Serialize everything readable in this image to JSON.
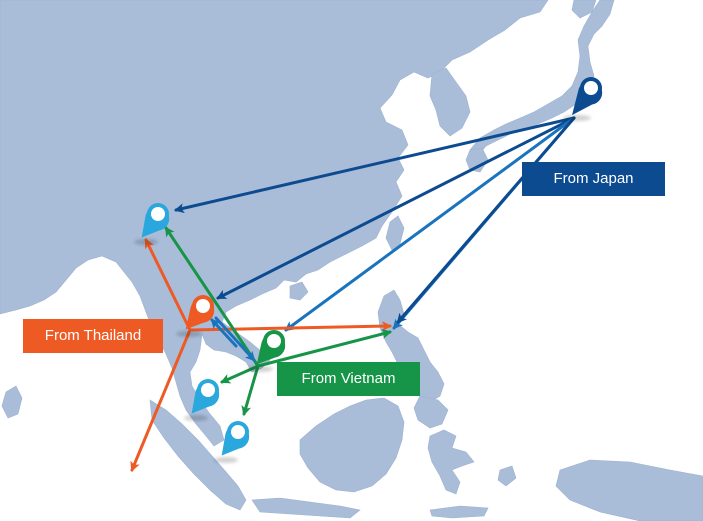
{
  "colors": {
    "sea": "#ffffff",
    "land": "#a9bdd9",
    "coast": "#9db2d1",
    "japan": "#0d4b91",
    "japan_light": "#1a73bd",
    "thailand": "#ee5a24",
    "vietnam": "#169447",
    "destination": "#2aa7dc"
  },
  "labels": {
    "japan": "From Japan",
    "thailand": "From Thailand",
    "vietnam": "From Vietnam"
  },
  "pins": [
    {
      "id": "japan-origin",
      "kind": "origin",
      "color": "japan"
    },
    {
      "id": "thailand-origin",
      "kind": "origin",
      "color": "thailand"
    },
    {
      "id": "vietnam-origin",
      "kind": "origin",
      "color": "vietnam"
    },
    {
      "id": "myanmar-destination",
      "kind": "destination",
      "color": "destination"
    },
    {
      "id": "malaysia-destination",
      "kind": "destination",
      "color": "destination"
    },
    {
      "id": "singapore-destination",
      "kind": "destination",
      "color": "destination"
    }
  ]
}
